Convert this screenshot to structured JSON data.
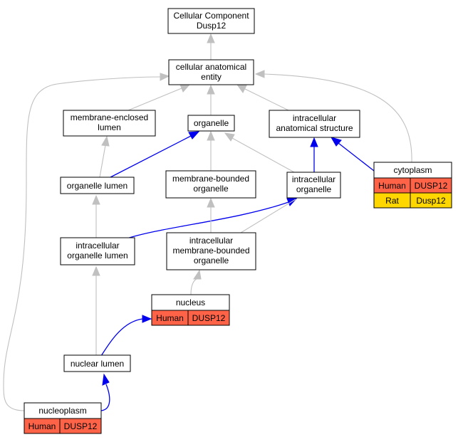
{
  "colors": {
    "human_cell": "#ff6347",
    "rat_cell": "#ffd700",
    "blue_edge": "#0000ee",
    "grey_edge": "#c0c0c0"
  },
  "nodes": {
    "root": {
      "line1": "Cellular Component",
      "line2": "Dusp12"
    },
    "cae": {
      "line1": "cellular anatomical",
      "line2": "entity"
    },
    "mel": {
      "line1": "membrane-enclosed",
      "line2": "lumen"
    },
    "organelle": {
      "line1": "organelle"
    },
    "ias": {
      "line1": "intracellular",
      "line2": "anatomical structure"
    },
    "cytoplasm": {
      "title": "cytoplasm",
      "rows": [
        {
          "species": "Human",
          "gene": "DUSP12"
        },
        {
          "species": "Rat",
          "gene": "Dusp12"
        }
      ]
    },
    "organelle_lumen": {
      "line1": "organelle lumen"
    },
    "mbo": {
      "line1": "membrane-bounded",
      "line2": "organelle"
    },
    "io": {
      "line1": "intracellular",
      "line2": "organelle"
    },
    "iol": {
      "line1": "intracellular",
      "line2": "organelle lumen"
    },
    "imbo": {
      "line1": "intracellular",
      "line2": "membrane-bounded",
      "line3": "organelle"
    },
    "nucleus": {
      "title": "nucleus",
      "rows": [
        {
          "species": "Human",
          "gene": "DUSP12"
        }
      ]
    },
    "nuclear_lumen": {
      "line1": "nuclear lumen"
    },
    "nucleoplasm": {
      "title": "nucleoplasm",
      "rows": [
        {
          "species": "Human",
          "gene": "DUSP12"
        }
      ]
    }
  }
}
